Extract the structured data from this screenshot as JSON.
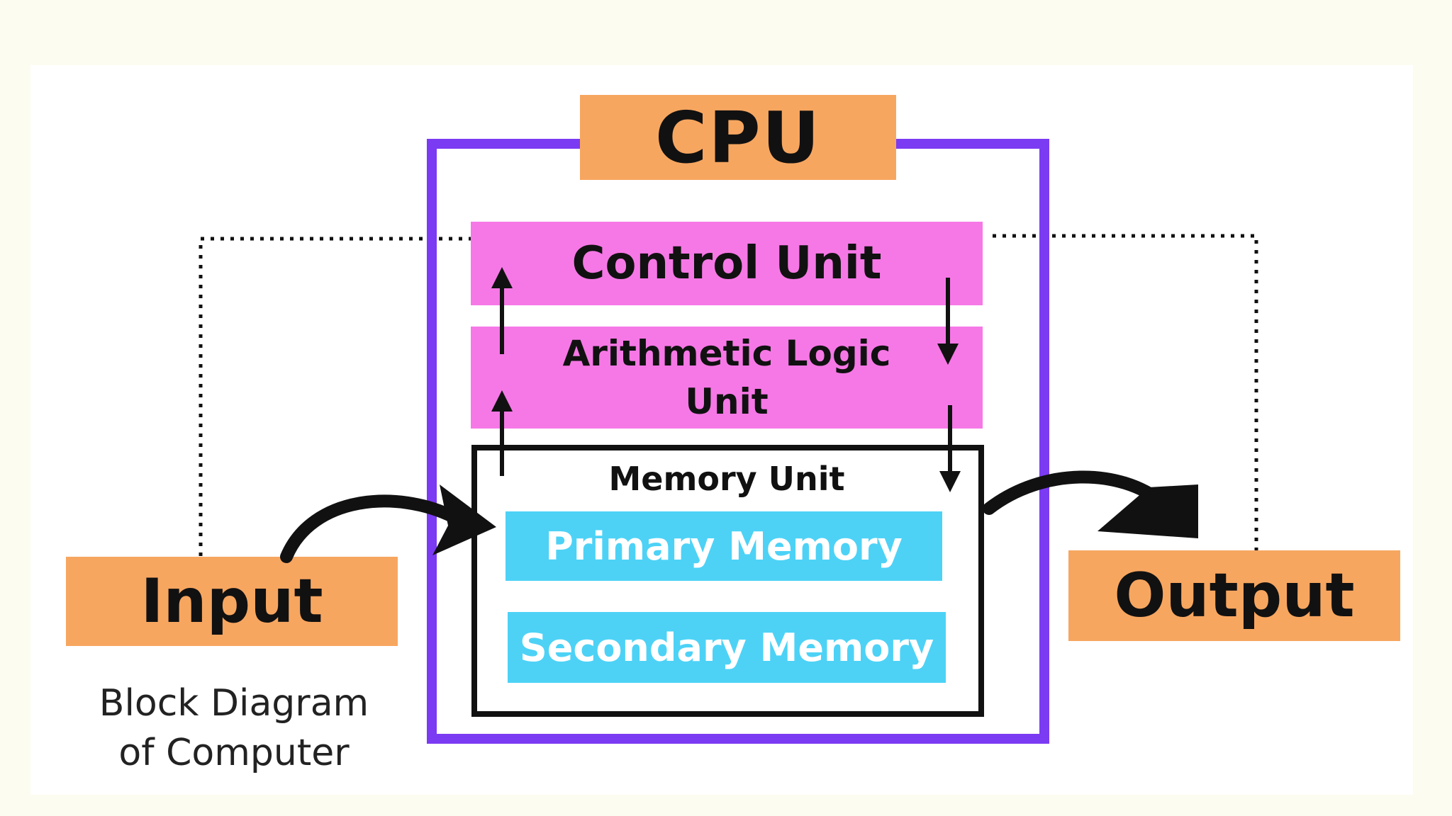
{
  "diagram": {
    "cpu_label": "CPU",
    "control_unit": "Control Unit",
    "alu_line1": "Arithmetic Logic",
    "alu_line2": "Unit",
    "memory_unit": "Memory Unit",
    "primary_memory": "Primary Memory",
    "secondary_memory": "Secondary Memory",
    "input": "Input",
    "output": "Output",
    "caption_line1": "Block Diagram",
    "caption_line2": "of Computer"
  },
  "colors": {
    "cpu_frame": "#7b3bf2",
    "orange_box": "#f7a660",
    "pink_box": "#f678e6",
    "blue_box": "#4dd2f6",
    "background": "#fdfcf1"
  }
}
